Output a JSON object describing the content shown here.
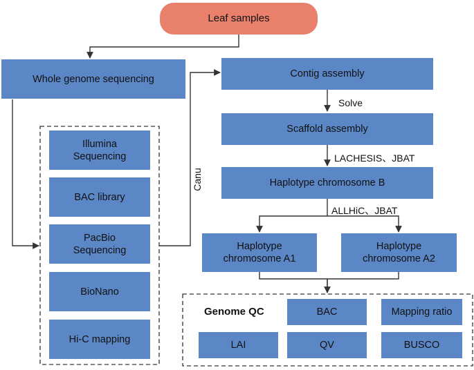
{
  "start": "Leaf samples",
  "wgs": "Whole genome sequencing",
  "methods": {
    "illumina": "Illumina\nSequencing",
    "bac": "BAC library",
    "pacbio": "PacBio\nSequencing",
    "bionano": "BioNano",
    "hic": "Hi-C mapping"
  },
  "pipeline": {
    "contig": "Contig assembly",
    "scaffold": "Scaffold assembly",
    "hapB": "Haplotype chromosome B",
    "hapA1": "Haplotype\nchromosome A1",
    "hapA2": "Haplotype\nchromosome A2"
  },
  "edge_labels": {
    "canu": "Canu",
    "solve": "Solve",
    "lachesis": "LACHESIS、JBAT",
    "allhic": "ALLHiC、JBAT"
  },
  "qc": {
    "title": "Genome QC",
    "bac": "BAC",
    "mapping": "Mapping ratio",
    "lai": "LAI",
    "qv": "QV",
    "busco": "BUSCO"
  },
  "colors": {
    "box": "#5b87c6",
    "start": "#e8806c",
    "line": "#333333"
  }
}
